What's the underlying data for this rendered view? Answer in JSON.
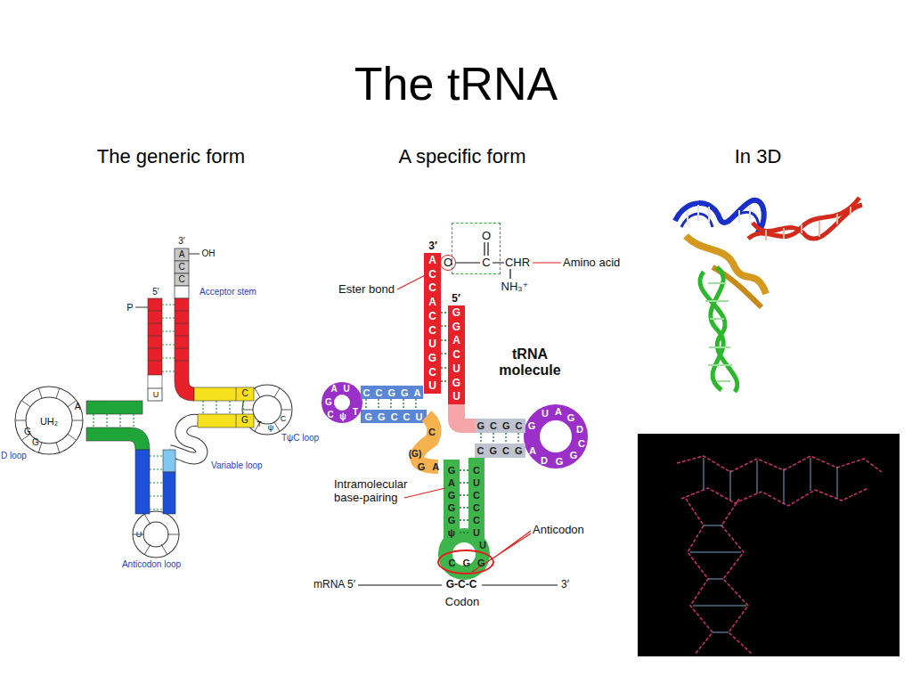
{
  "diagram": {
    "title": "The tRNA",
    "nodes": [
      {
        "text": [
          "O",
          "C"
        ]
      },
      {
        "text": [
          "O"
        ]
      },
      {
        "text": [
          "CGG"
        ]
      }
    ],
    "labels": [
      "The generic form",
      "A specific form",
      "In 3D",
      "3′",
      "A",
      "C",
      "C",
      "OH",
      "P",
      "5′",
      "Acceptor stem",
      "A",
      "UH₂",
      "G",
      "G",
      "D loop",
      "U",
      "C",
      "G",
      "T",
      "ψ",
      "C",
      "TψC loop",
      "Variable loop",
      "U",
      "Anticodon loop",
      "3′",
      "ACCACCUGCU",
      "5′",
      "GGACUGU",
      "Ester bond",
      "CHR",
      "NH₃⁺",
      "Amino acid",
      "tRNA molecule",
      "A",
      "U",
      "G",
      "C",
      "ψ",
      "T",
      "CCGGA",
      "GGCCU",
      "C",
      "(G)",
      "GA",
      "GAGGGψ",
      "CUCCCU",
      "U",
      "GCGC",
      "CGCG",
      "G",
      "U",
      "A",
      "G",
      "D",
      "C",
      "G",
      "G",
      "D",
      "A",
      "Intramolecular base-pairing",
      "Anticodon",
      "mRNA 5′",
      "G-C-C",
      "3′",
      "Codon"
    ]
  }
}
